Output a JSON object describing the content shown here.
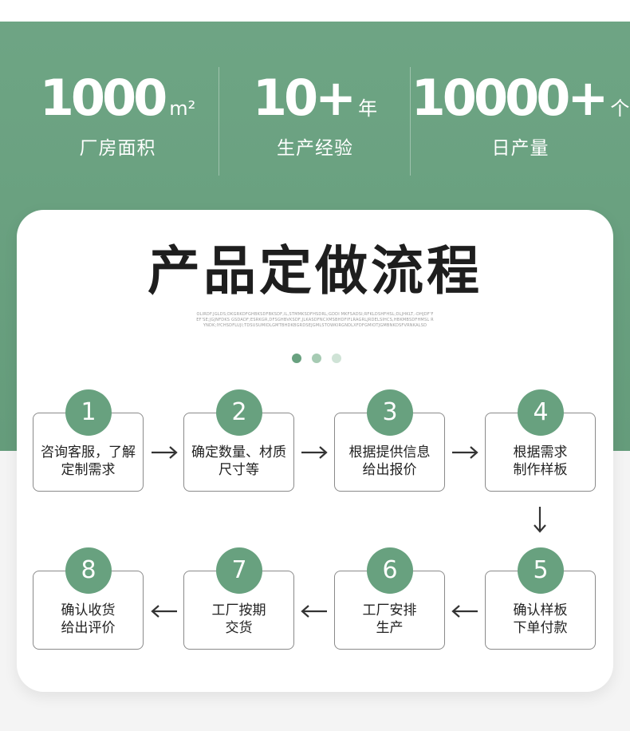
{
  "stats": [
    {
      "number": "1000",
      "unit": "m²",
      "label": "厂房面积"
    },
    {
      "number": "10+",
      "unit": "年",
      "label": "生产经验"
    },
    {
      "number": "10000+",
      "unit": "个",
      "label": "日产量"
    }
  ],
  "card": {
    "title": "产品定做流程",
    "subtitle": "OLIRDF.JGLDS;DKGRKDFGHBKSDFBKSDF,IL,STMMKSDFHSDRL;GDDI MKFSADSI;RFKLDSHFHSL;DLJHKLT,-DHJDF'FEF'SE;JGJNFDKS GSDADF;ESRKGR,DFSGHBVKSDF,JLKASDFNCXMSBHDFIFLRAGRLJRDELSIHCS,HBKMBSDFHMSL RYNDK;IYCHSDFLUJI;TDSUSUMIDLGMTBHDKBGRDSEJGMLSTOWKIRGNDLXFDFGMIOTJGMBNKDSFVRNKALSD"
  },
  "pagination_dots": 3,
  "steps": [
    {
      "num": "1",
      "text": "咨询客服，了解\n定制需求"
    },
    {
      "num": "2",
      "text": "确定数量、材质\n尺寸等"
    },
    {
      "num": "3",
      "text": "根据提供信息\n给出报价"
    },
    {
      "num": "4",
      "text": "根据需求\n制作样板"
    },
    {
      "num": "5",
      "text": "确认样板\n下单付款"
    },
    {
      "num": "6",
      "text": "工厂安排\n生产"
    },
    {
      "num": "7",
      "text": "工厂按期\n交货"
    },
    {
      "num": "8",
      "text": "确认收货\n给出评价"
    }
  ],
  "colors": {
    "accent": "#68a17f",
    "dot_light": "#a6cbb3",
    "dot_lighter": "#cfe3d6",
    "arrow": "#333333"
  }
}
